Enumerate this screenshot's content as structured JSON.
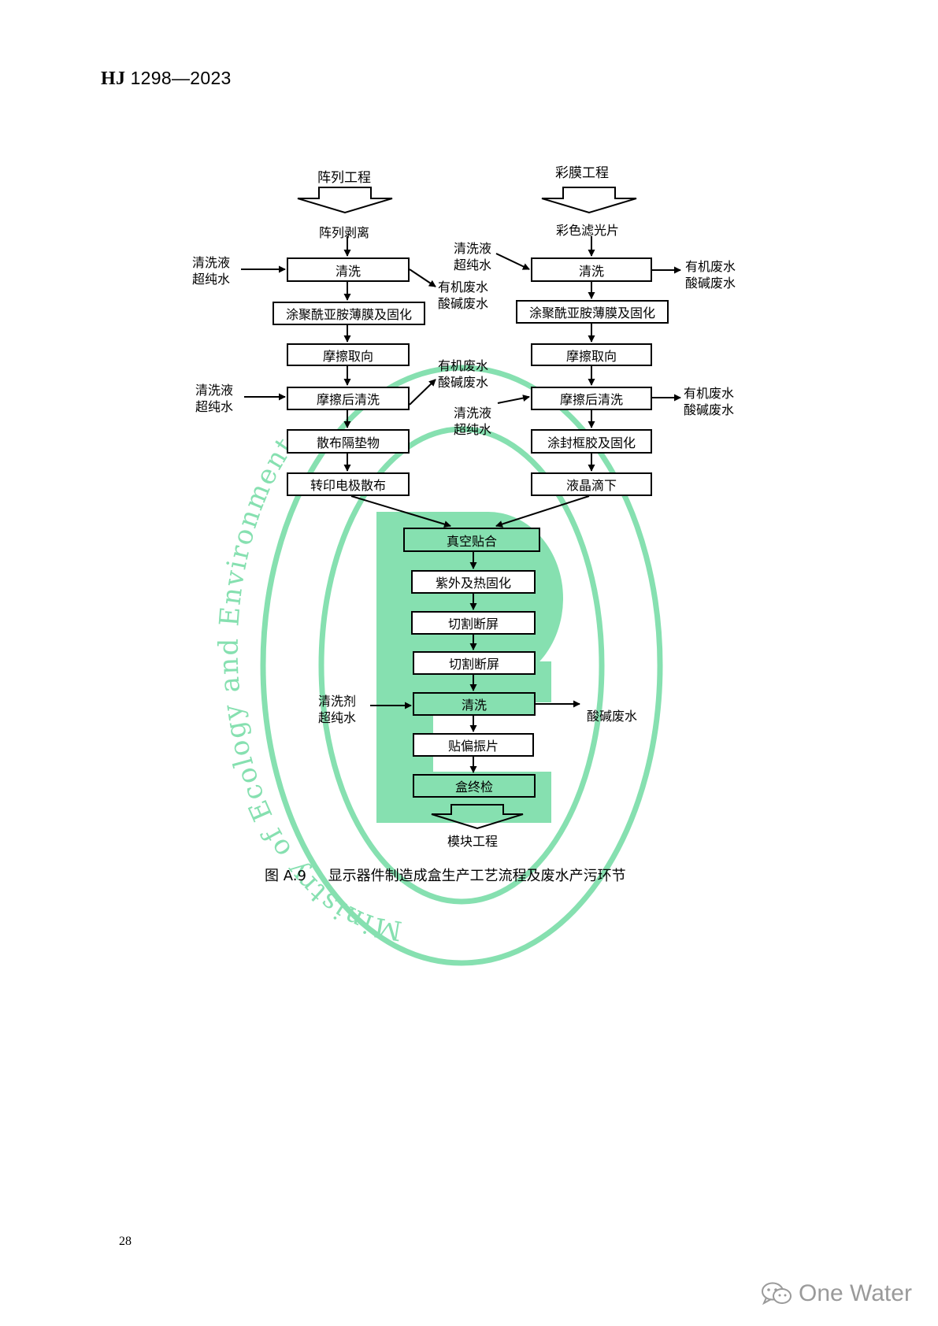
{
  "header": {
    "code": "HJ",
    "number": "1298—2023"
  },
  "watermark": {
    "ring_text": "Ministry of Ecology and Environment",
    "color": "#86e0b0"
  },
  "flow": {
    "left": {
      "title": "阵列工程",
      "start": "阵列剥离",
      "steps": [
        "清洗",
        "涂聚酰亚胺薄膜及固化",
        "摩擦取向",
        "摩擦后清洗",
        "散布隔垫物",
        "转印电极散布"
      ],
      "input1": [
        "清洗液",
        "超纯水"
      ],
      "output1": [
        "有机废水",
        "酸碱废水"
      ],
      "input2": [
        "清洗液",
        "超纯水"
      ],
      "output2": [
        "有机废水",
        "酸碱废水"
      ]
    },
    "right": {
      "title": "彩膜工程",
      "start": "彩色滤光片",
      "steps": [
        "清洗",
        "涂聚酰亚胺薄膜及固化",
        "摩擦取向",
        "摩擦后清洗",
        "涂封框胶及固化",
        "液晶滴下"
      ],
      "input1": [
        "清洗液",
        "超纯水"
      ],
      "output1": [
        "有机废水",
        "酸碱废水"
      ],
      "input2": [
        "清洗液",
        "超纯水"
      ],
      "output2": [
        "有机废水",
        "酸碱废水"
      ]
    },
    "center": {
      "steps": [
        "真空贴合",
        "紫外及热固化",
        "切割断屏",
        "切割断屏",
        "清洗",
        "贴偏振片",
        "盒终检"
      ],
      "input": [
        "清洗剂",
        "超纯水"
      ],
      "output": "酸碱废水",
      "end": "模块工程"
    }
  },
  "caption": {
    "fig_no": "图 A.9",
    "title": "显示器件制造成盒生产工艺流程及废水产污环节"
  },
  "page_number": "28",
  "brand": {
    "name": "One Water"
  }
}
